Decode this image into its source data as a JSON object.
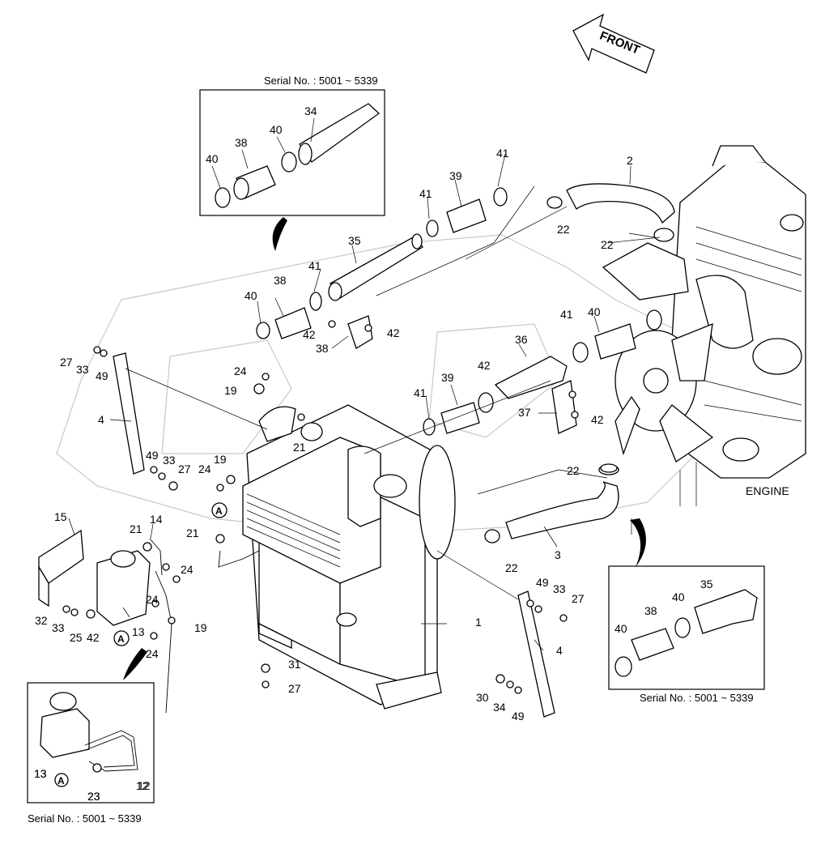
{
  "figure": {
    "front_label": "FRONT",
    "engine_label": "ENGINE",
    "insets": [
      {
        "serial": "Serial No. : 5001 ~ 5339",
        "labels": [
          "34",
          "40",
          "38",
          "40"
        ]
      },
      {
        "serial": "Serial No. : 5001 ~ 5339",
        "labels": [
          "35",
          "40",
          "38",
          "40"
        ]
      },
      {
        "serial": "Serial No. : 5001 ~ 5339",
        "labels": [
          "13",
          "12",
          "23",
          "A"
        ]
      }
    ],
    "callout_marker": "A",
    "part_labels": [
      "1",
      "2",
      "3",
      "4",
      "4",
      "12",
      "13",
      "13",
      "14",
      "15",
      "19",
      "19",
      "19",
      "21",
      "21",
      "21",
      "22",
      "22",
      "22",
      "22",
      "23",
      "24",
      "24",
      "24",
      "24",
      "24",
      "25",
      "27",
      "27",
      "27",
      "27",
      "30",
      "31",
      "32",
      "33",
      "33",
      "33",
      "33",
      "34",
      "35",
      "36",
      "37",
      "38",
      "38",
      "39",
      "39",
      "40",
      "40",
      "41",
      "41",
      "41",
      "41",
      "41",
      "42",
      "42",
      "42",
      "42",
      "42",
      "49",
      "49",
      "49",
      "49"
    ]
  }
}
